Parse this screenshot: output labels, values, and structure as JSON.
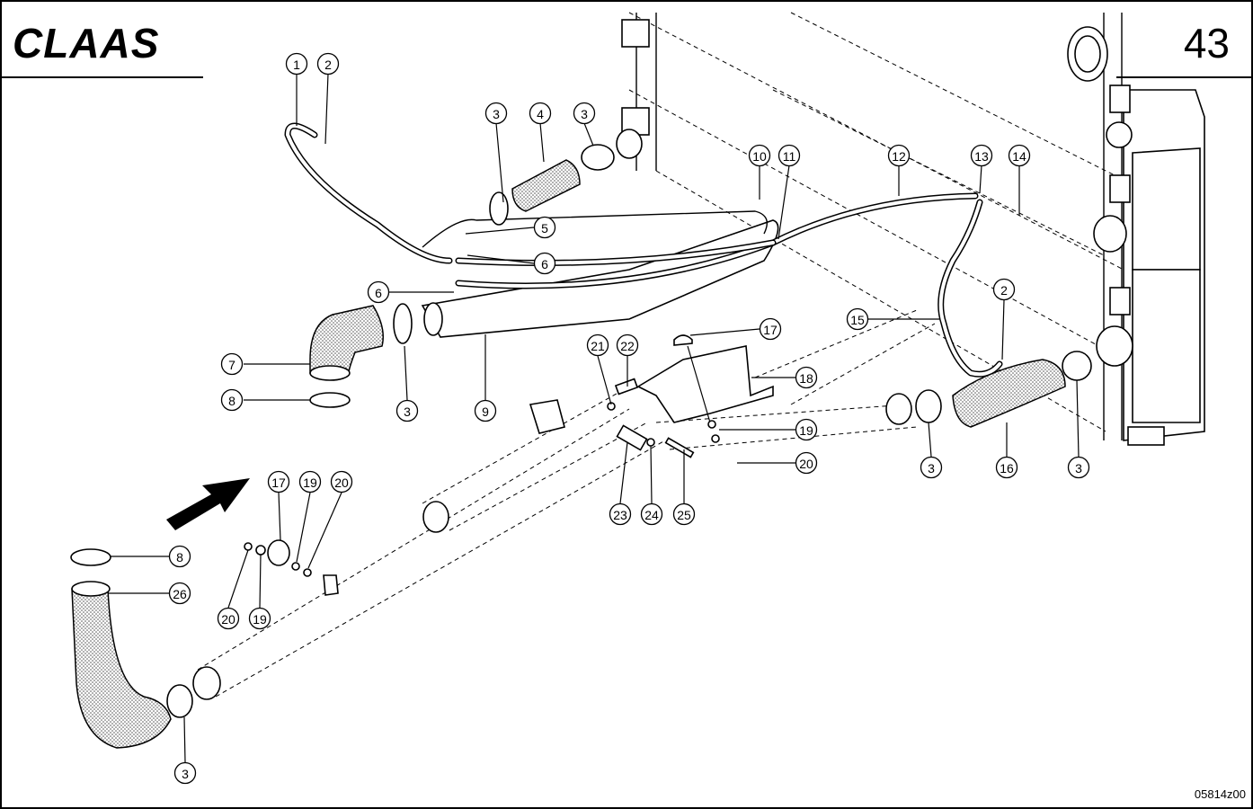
{
  "header": {
    "brand": "CLAAS",
    "page_number": "43"
  },
  "footer": {
    "drawing_id": "05814z00"
  },
  "callouts": [
    "1",
    "2",
    "3",
    "4",
    "3",
    "10",
    "11",
    "12",
    "13",
    "14",
    "5",
    "6",
    "6",
    "7",
    "8",
    "3",
    "9",
    "2",
    "15",
    "17",
    "21",
    "22",
    "18",
    "19",
    "20",
    "3",
    "16",
    "3",
    "23",
    "24",
    "25",
    "17",
    "19",
    "20",
    "8",
    "26",
    "20",
    "19",
    "3"
  ]
}
